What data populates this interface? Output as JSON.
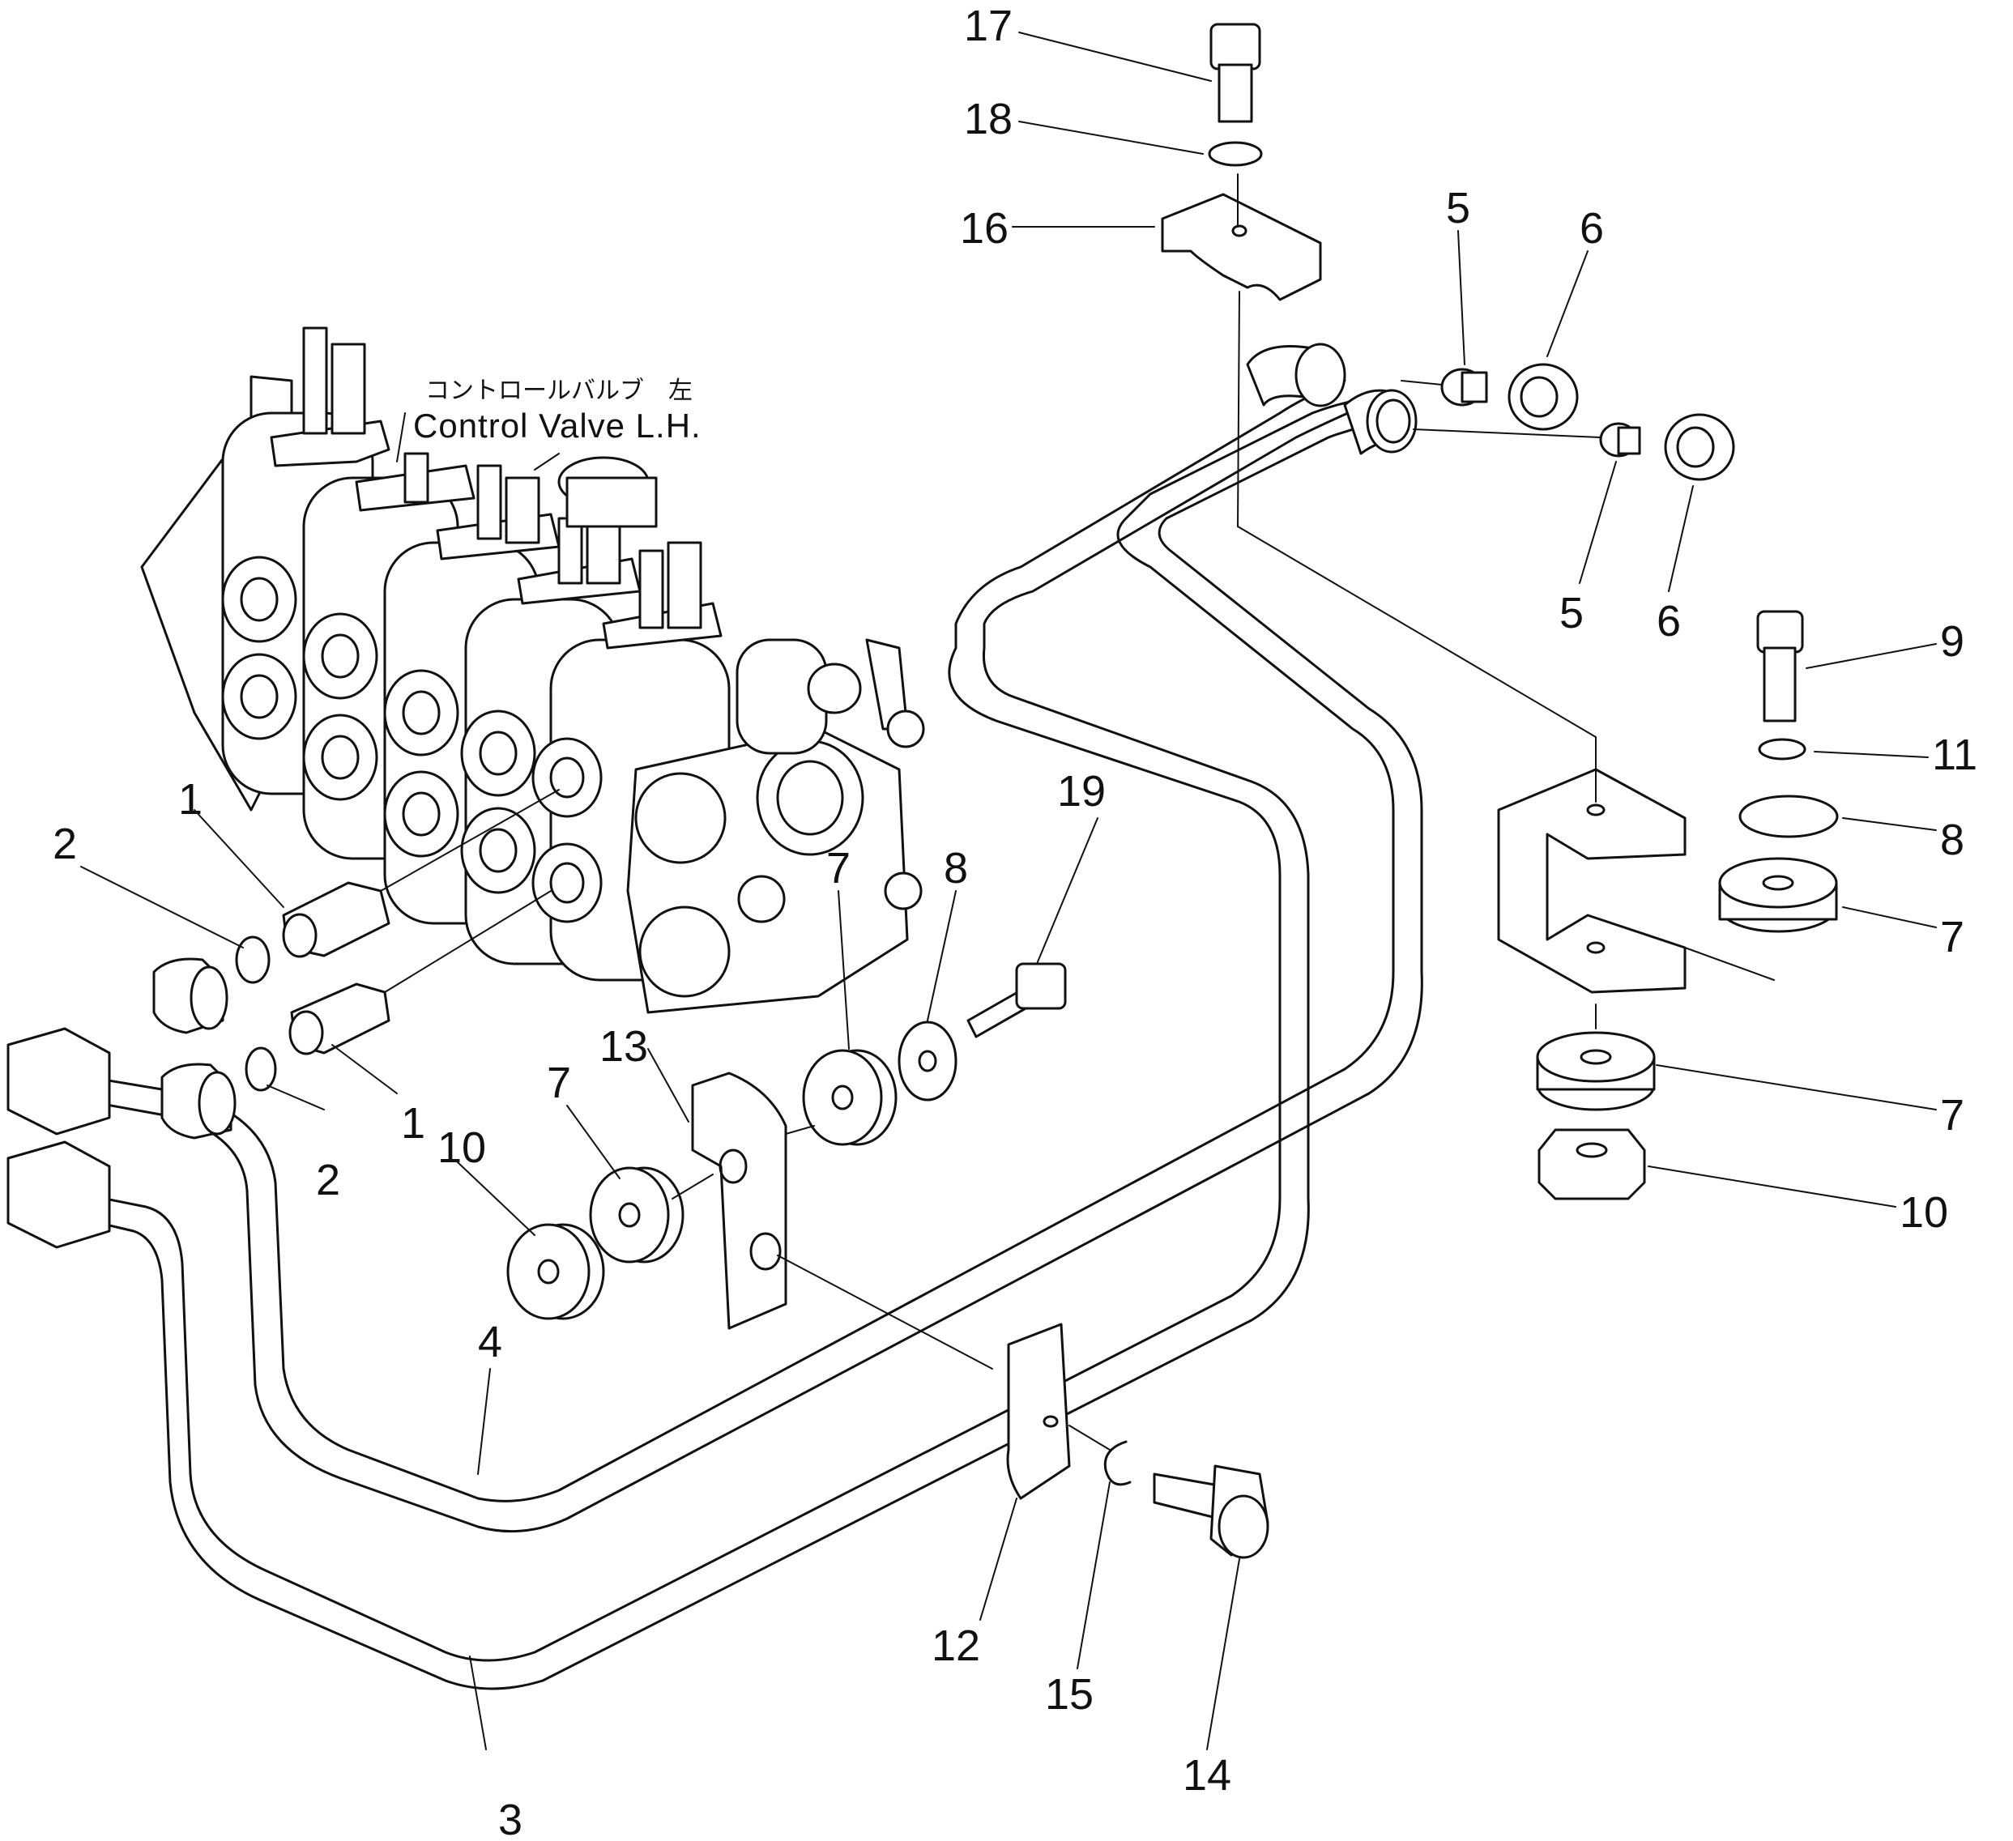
{
  "title": {
    "japanese": "コントロールバルブ　左",
    "english": "Control Valve L.H."
  },
  "callouts": [
    {
      "id": "c1a",
      "label": "1"
    },
    {
      "id": "c1b",
      "label": "1"
    },
    {
      "id": "c2a",
      "label": "2"
    },
    {
      "id": "c2b",
      "label": "2"
    },
    {
      "id": "c3",
      "label": "3"
    },
    {
      "id": "c4",
      "label": "4"
    },
    {
      "id": "c5a",
      "label": "5"
    },
    {
      "id": "c5b",
      "label": "5"
    },
    {
      "id": "c6a",
      "label": "6"
    },
    {
      "id": "c6b",
      "label": "6"
    },
    {
      "id": "c7a",
      "label": "7"
    },
    {
      "id": "c7b",
      "label": "7"
    },
    {
      "id": "c7c",
      "label": "7"
    },
    {
      "id": "c7d",
      "label": "7"
    },
    {
      "id": "c8a",
      "label": "8"
    },
    {
      "id": "c8b",
      "label": "8"
    },
    {
      "id": "c9",
      "label": "9"
    },
    {
      "id": "c10a",
      "label": "10"
    },
    {
      "id": "c10b",
      "label": "10"
    },
    {
      "id": "c11",
      "label": "11"
    },
    {
      "id": "c12",
      "label": "12"
    },
    {
      "id": "c13",
      "label": "13"
    },
    {
      "id": "c14",
      "label": "14"
    },
    {
      "id": "c15",
      "label": "15"
    },
    {
      "id": "c16",
      "label": "16"
    },
    {
      "id": "c17",
      "label": "17"
    },
    {
      "id": "c18",
      "label": "18"
    },
    {
      "id": "c19",
      "label": "19"
    }
  ]
}
